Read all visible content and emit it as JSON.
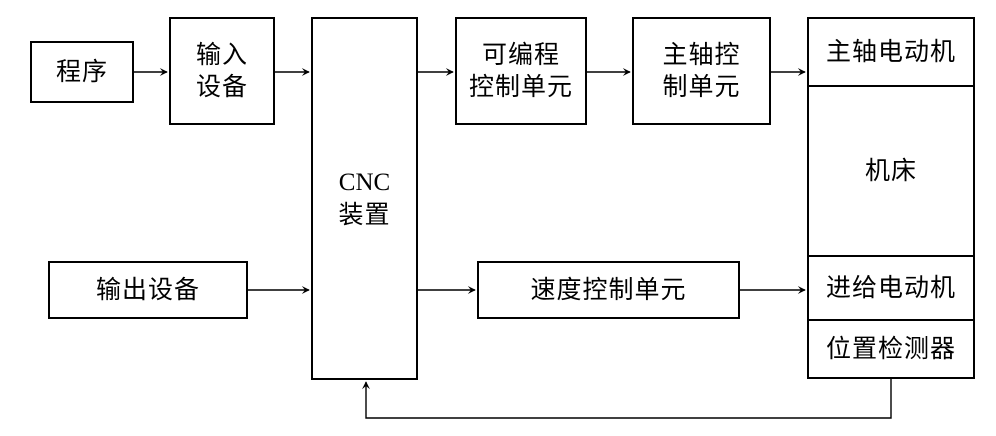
{
  "blocks": {
    "program": "程序",
    "input_device": "输入\n设备",
    "output_device": "输出设备",
    "cnc_device_line1": "CNC",
    "cnc_device_line2": "装置",
    "plc_unit": "可编程\n控制单元",
    "spindle_control_unit": "主轴控\n制单元",
    "speed_control_unit": "速度控制单元",
    "spindle_motor": "主轴电动机",
    "machine_tool": "机床",
    "feed_motor": "进给电动机",
    "position_detector": "位置检测器"
  }
}
